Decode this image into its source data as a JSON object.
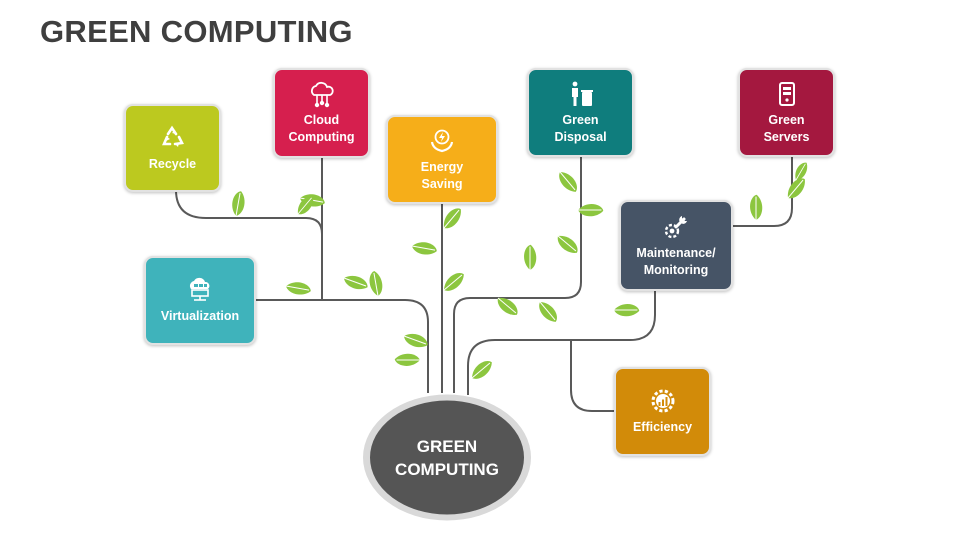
{
  "title": "GREEN COMPUTING",
  "hub": {
    "label": "GREEN\nCOMPUTING",
    "color": "#555555"
  },
  "nodes": [
    {
      "id": "recycle",
      "label": "Recycle",
      "color": "#bcc91f",
      "icon": "recycle-icon"
    },
    {
      "id": "cloud",
      "label": "Cloud\nComputing",
      "color": "#d61f4e",
      "icon": "cloud-computing-icon"
    },
    {
      "id": "energy",
      "label": "Energy\nSaving",
      "color": "#f6ae19",
      "icon": "energy-hand-icon"
    },
    {
      "id": "disposal",
      "label": "Green\nDisposal",
      "color": "#0f7d7d",
      "icon": "trash-disposal-icon"
    },
    {
      "id": "servers",
      "label": "Green\nServers",
      "color": "#a4183f",
      "icon": "server-icon"
    },
    {
      "id": "virtualization",
      "label": "Virtualization",
      "color": "#3fb3bb",
      "icon": "cloud-network-icon"
    },
    {
      "id": "maintenance",
      "label": "Maintenance/\nMonitoring",
      "color": "#465466",
      "icon": "wrench-gear-icon"
    },
    {
      "id": "efficiency",
      "label": "Efficiency",
      "color": "#d28b09",
      "icon": "gear-chart-icon"
    }
  ],
  "colors": {
    "branch": "#595959",
    "leaf": "#8cc63f",
    "leaf_dark": "#4f9a28"
  }
}
